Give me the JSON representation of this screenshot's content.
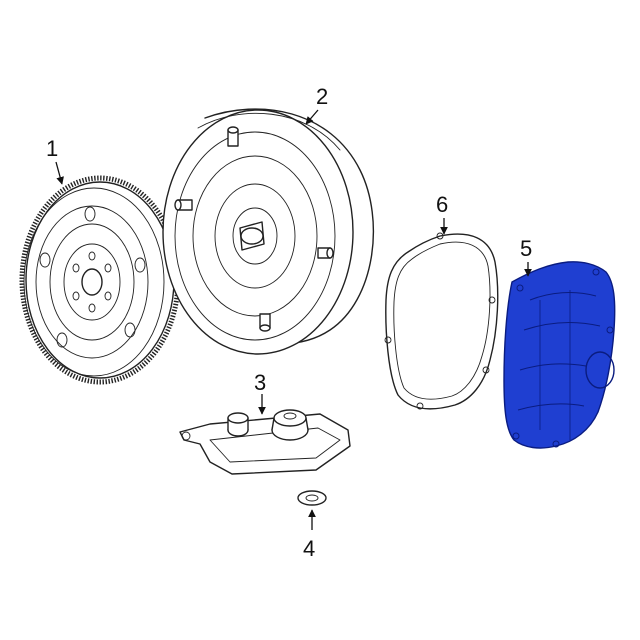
{
  "diagram": {
    "highlight_color": "#1f3fd1",
    "outline_color": "#222222",
    "parts": [
      {
        "id": "flywheel",
        "callout": "1"
      },
      {
        "id": "torque-converter",
        "callout": "2"
      },
      {
        "id": "filter",
        "callout": "3"
      },
      {
        "id": "seal",
        "callout": "4"
      },
      {
        "id": "oil-pan",
        "callout": "5",
        "highlighted": true
      },
      {
        "id": "gasket",
        "callout": "6"
      }
    ]
  }
}
